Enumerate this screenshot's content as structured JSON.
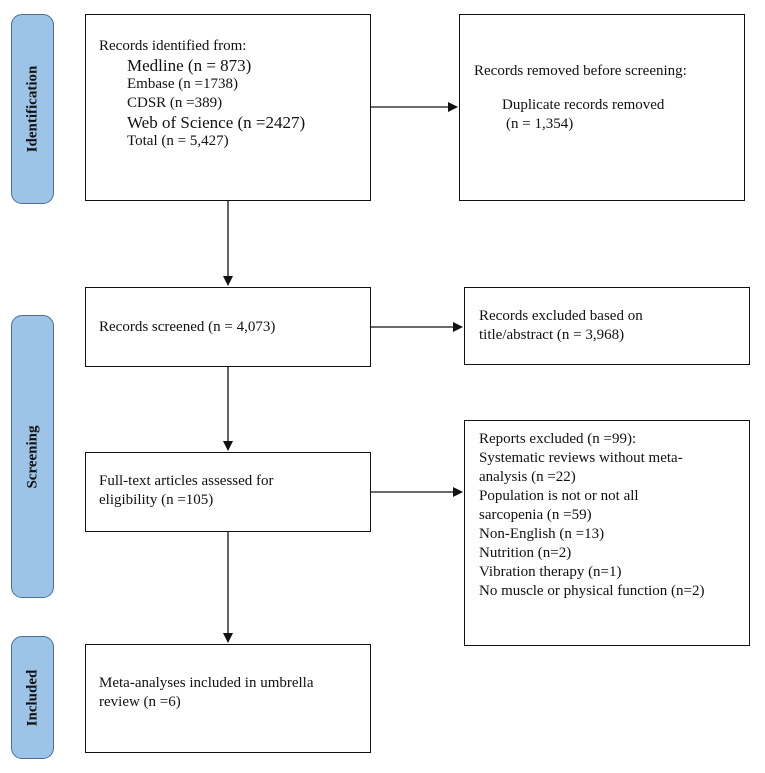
{
  "stages": {
    "identification": "Identification",
    "screening": "Screening",
    "included": "Included"
  },
  "boxes": {
    "records_identified": {
      "heading": "Records identified from:",
      "medline": "Medline (n = 873)",
      "embase": "Embase (n =1738)",
      "cdsr": "CDSR (n =389)",
      "wos": "Web of Science (n =2427)",
      "total": "Total (n = 5,427)"
    },
    "records_removed": {
      "heading": "Records removed before screening:",
      "line1": "Duplicate records removed",
      "line2": "(n = 1,354)"
    },
    "records_screened": {
      "text": "Records screened (n = 4,073)"
    },
    "records_excluded": {
      "line1": "Records excluded based on",
      "line2": "title/abstract (n = 3,968)"
    },
    "fulltext_assessed": {
      "line1": "Full-text articles assessed for",
      "line2": "eligibility (n =105)"
    },
    "reports_excluded": {
      "lines": [
        "Reports excluded (n =99):",
        "Systematic reviews without meta-",
        "analysis (n =22)",
        "Population is not or not all",
        "sarcopenia (n =59)",
        "Non-English (n =13)",
        "Nutrition (n=2)",
        "Vibration therapy (n=1)",
        "No muscle or physical function (n=2)"
      ]
    },
    "included": {
      "line1": "Meta-analyses included in umbrella",
      "line2": "review (n =6)"
    }
  }
}
